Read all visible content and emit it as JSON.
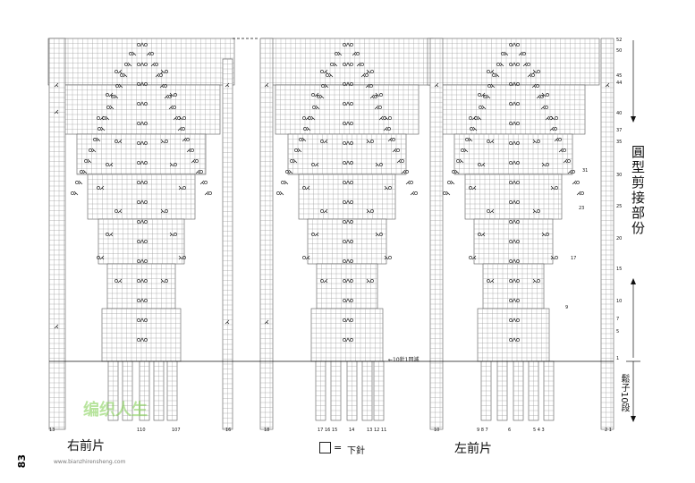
{
  "labels": {
    "right_front": "右前片",
    "left_front": "左前片",
    "legend_eq": "=",
    "legend_text": "下針",
    "yoke_part": "圓型剪接部份",
    "ribbing": "鬆子10段",
    "decrease_note": "←10針1回減",
    "page_number": "83",
    "watermark": "编织人生",
    "watermark_url": "www.bianzhirensheng.com"
  },
  "bottom_numbers": {
    "panel1": [
      "13",
      "110",
      "107"
    ],
    "panel2": [
      "18",
      "17 16 15",
      "14",
      "13 12 11"
    ],
    "panel3": [
      "10",
      "9 8 7",
      "6",
      "5 4 3",
      "2 1"
    ],
    "separator": "16"
  },
  "side_row_numbers": [
    "52",
    "50",
    "45",
    "44",
    "40",
    "37",
    "35",
    "30",
    "25",
    "20",
    "15",
    "10",
    "7",
    "5",
    "1"
  ],
  "panel_row_marks": [
    "31",
    "23",
    "17",
    "9"
  ],
  "colors": {
    "grid": "#555555",
    "ink": "#111111",
    "watermark": "#7fcf4f"
  }
}
